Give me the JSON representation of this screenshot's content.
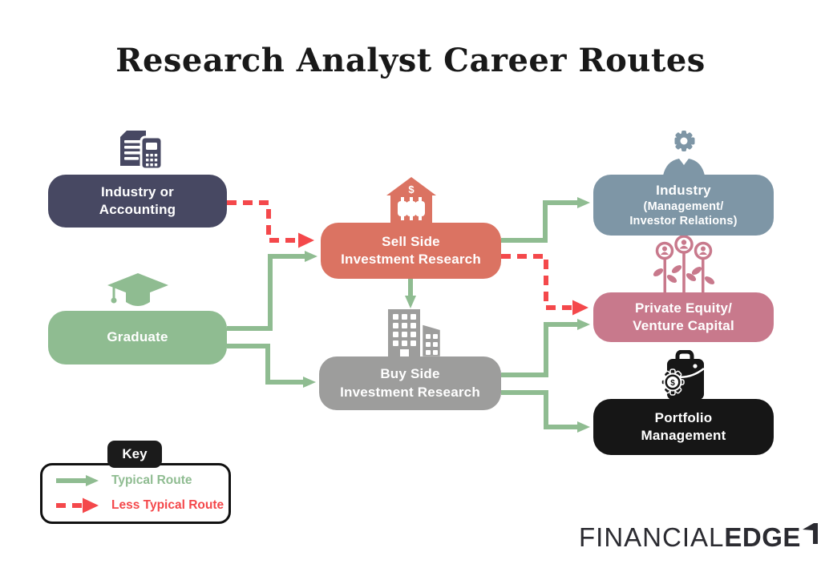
{
  "title": "Research Analyst Career Routes",
  "nodes": [
    {
      "label_lines": [
        "Industry or",
        "Accounting"
      ],
      "color": "#474862",
      "icon": "document-calculator-icon"
    },
    {
      "label_lines": [
        "Graduate"
      ],
      "color": "#8FBC91",
      "icon": "graduation-cap-icon"
    },
    {
      "label_lines": [
        "Sell Side",
        "Investment Research"
      ],
      "color": "#DB7362",
      "icon": "bank-icon"
    },
    {
      "label_lines": [
        "Buy Side",
        "Investment Research"
      ],
      "color": "#9D9D9C",
      "icon": "city-buildings-icon"
    },
    {
      "label_lines": [
        "Industry",
        "(Management/",
        "Investor Relations)"
      ],
      "color": "#7E96A6",
      "icon": "manager-gear-icon"
    },
    {
      "label_lines": [
        "Private Equity/",
        "Venture Capital"
      ],
      "color": "#C8798C",
      "icon": "growth-people-icon"
    },
    {
      "label_lines": [
        "Portfolio",
        "Management"
      ],
      "color": "#161616",
      "icon": "briefcase-gear-icon"
    }
  ],
  "key": {
    "title": "Key",
    "items": [
      {
        "label": "Typical Route",
        "style": "solid",
        "color": "#8FBC91"
      },
      {
        "label": "Less Typical Route",
        "style": "dashed",
        "color": "#F4484B"
      }
    ]
  },
  "logo": {
    "text_light": "FINANCIAL",
    "text_bold": "EDGE"
  }
}
